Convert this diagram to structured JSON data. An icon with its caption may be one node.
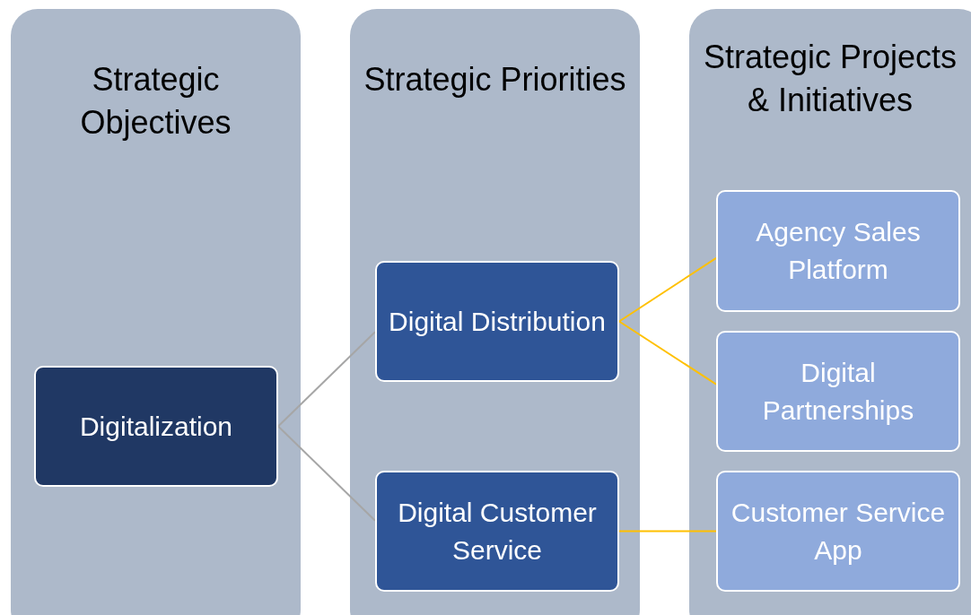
{
  "diagram": {
    "nodes": [
      {
        "text": [
          "Strategic Objectives"
        ]
      },
      {
        "text": [
          "Strategic Priorities"
        ]
      },
      {
        "text": [
          "Strategic Projects & Initiatives"
        ]
      },
      {
        "text": [
          "Digitalization"
        ],
        "in": 0
      },
      {
        "text": [
          "Digital Distribution"
        ],
        "in": 1
      },
      {
        "text": [
          "Digital Customer Service"
        ],
        "in": 1
      },
      {
        "text": [
          "Agency Sales Platform"
        ],
        "in": 2
      },
      {
        "text": [
          "Digital Partnerships"
        ],
        "in": 2
      },
      {
        "text": [
          "Customer Service App"
        ],
        "in": 2
      }
    ],
    "edges": [
      {
        "from": 3,
        "to": 4,
        "arrow": "none",
        "color": "#a6a6a6"
      },
      {
        "from": 3,
        "to": 5,
        "arrow": "none",
        "color": "#a6a6a6"
      },
      {
        "from": 4,
        "to": 6,
        "arrow": "none"
      },
      {
        "from": 4,
        "to": 7,
        "arrow": "none"
      },
      {
        "from": 5,
        "to": 8,
        "arrow": "none"
      }
    ]
  }
}
